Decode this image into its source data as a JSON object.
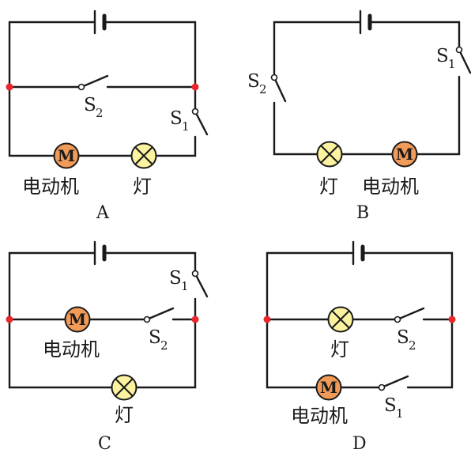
{
  "labels": {
    "motor": "电动机",
    "lamp": "灯",
    "switch1": "S",
    "switch1_sub": "1",
    "switch2": "S",
    "switch2_sub": "2",
    "motor_symbol": "M"
  },
  "options": {
    "a": "A",
    "b": "B",
    "c": "C",
    "d": "D"
  }
}
